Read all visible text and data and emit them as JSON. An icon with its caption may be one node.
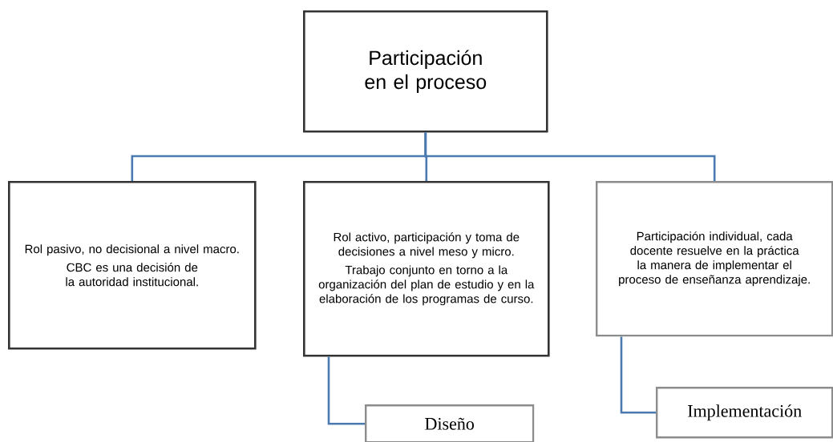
{
  "diagram": {
    "nodes": [
      {
        "text": [
          "Participación en el proceso"
        ]
      },
      {
        "text": [
          "Rol pasivo, no decisional a nivel macro.",
          "CBC es una decisión de la autoridad institucional."
        ]
      },
      {
        "text": [
          "Rol activo, participación y toma de decisiones a nivel meso y micro.",
          "Trabajo conjunto en torno a la organización del plan de estudio y en la elaboración de los programas de curso."
        ]
      },
      {
        "text": [
          "Participación individual, cada docente resuelve en la práctica la manera de implementar el proceso de enseñanza aprendizaje."
        ]
      },
      {
        "text": [
          "Diseño"
        ]
      },
      {
        "text": [
          "Implementación"
        ]
      }
    ],
    "edges": [
      {
        "from": 0,
        "to": 1,
        "arrow": "none"
      },
      {
        "from": 0,
        "to": 2,
        "arrow": "none"
      },
      {
        "from": 0,
        "to": 3,
        "arrow": "none"
      },
      {
        "from": 2,
        "to": 4,
        "arrow": "none"
      },
      {
        "from": 3,
        "to": 5,
        "arrow": "none"
      }
    ]
  }
}
